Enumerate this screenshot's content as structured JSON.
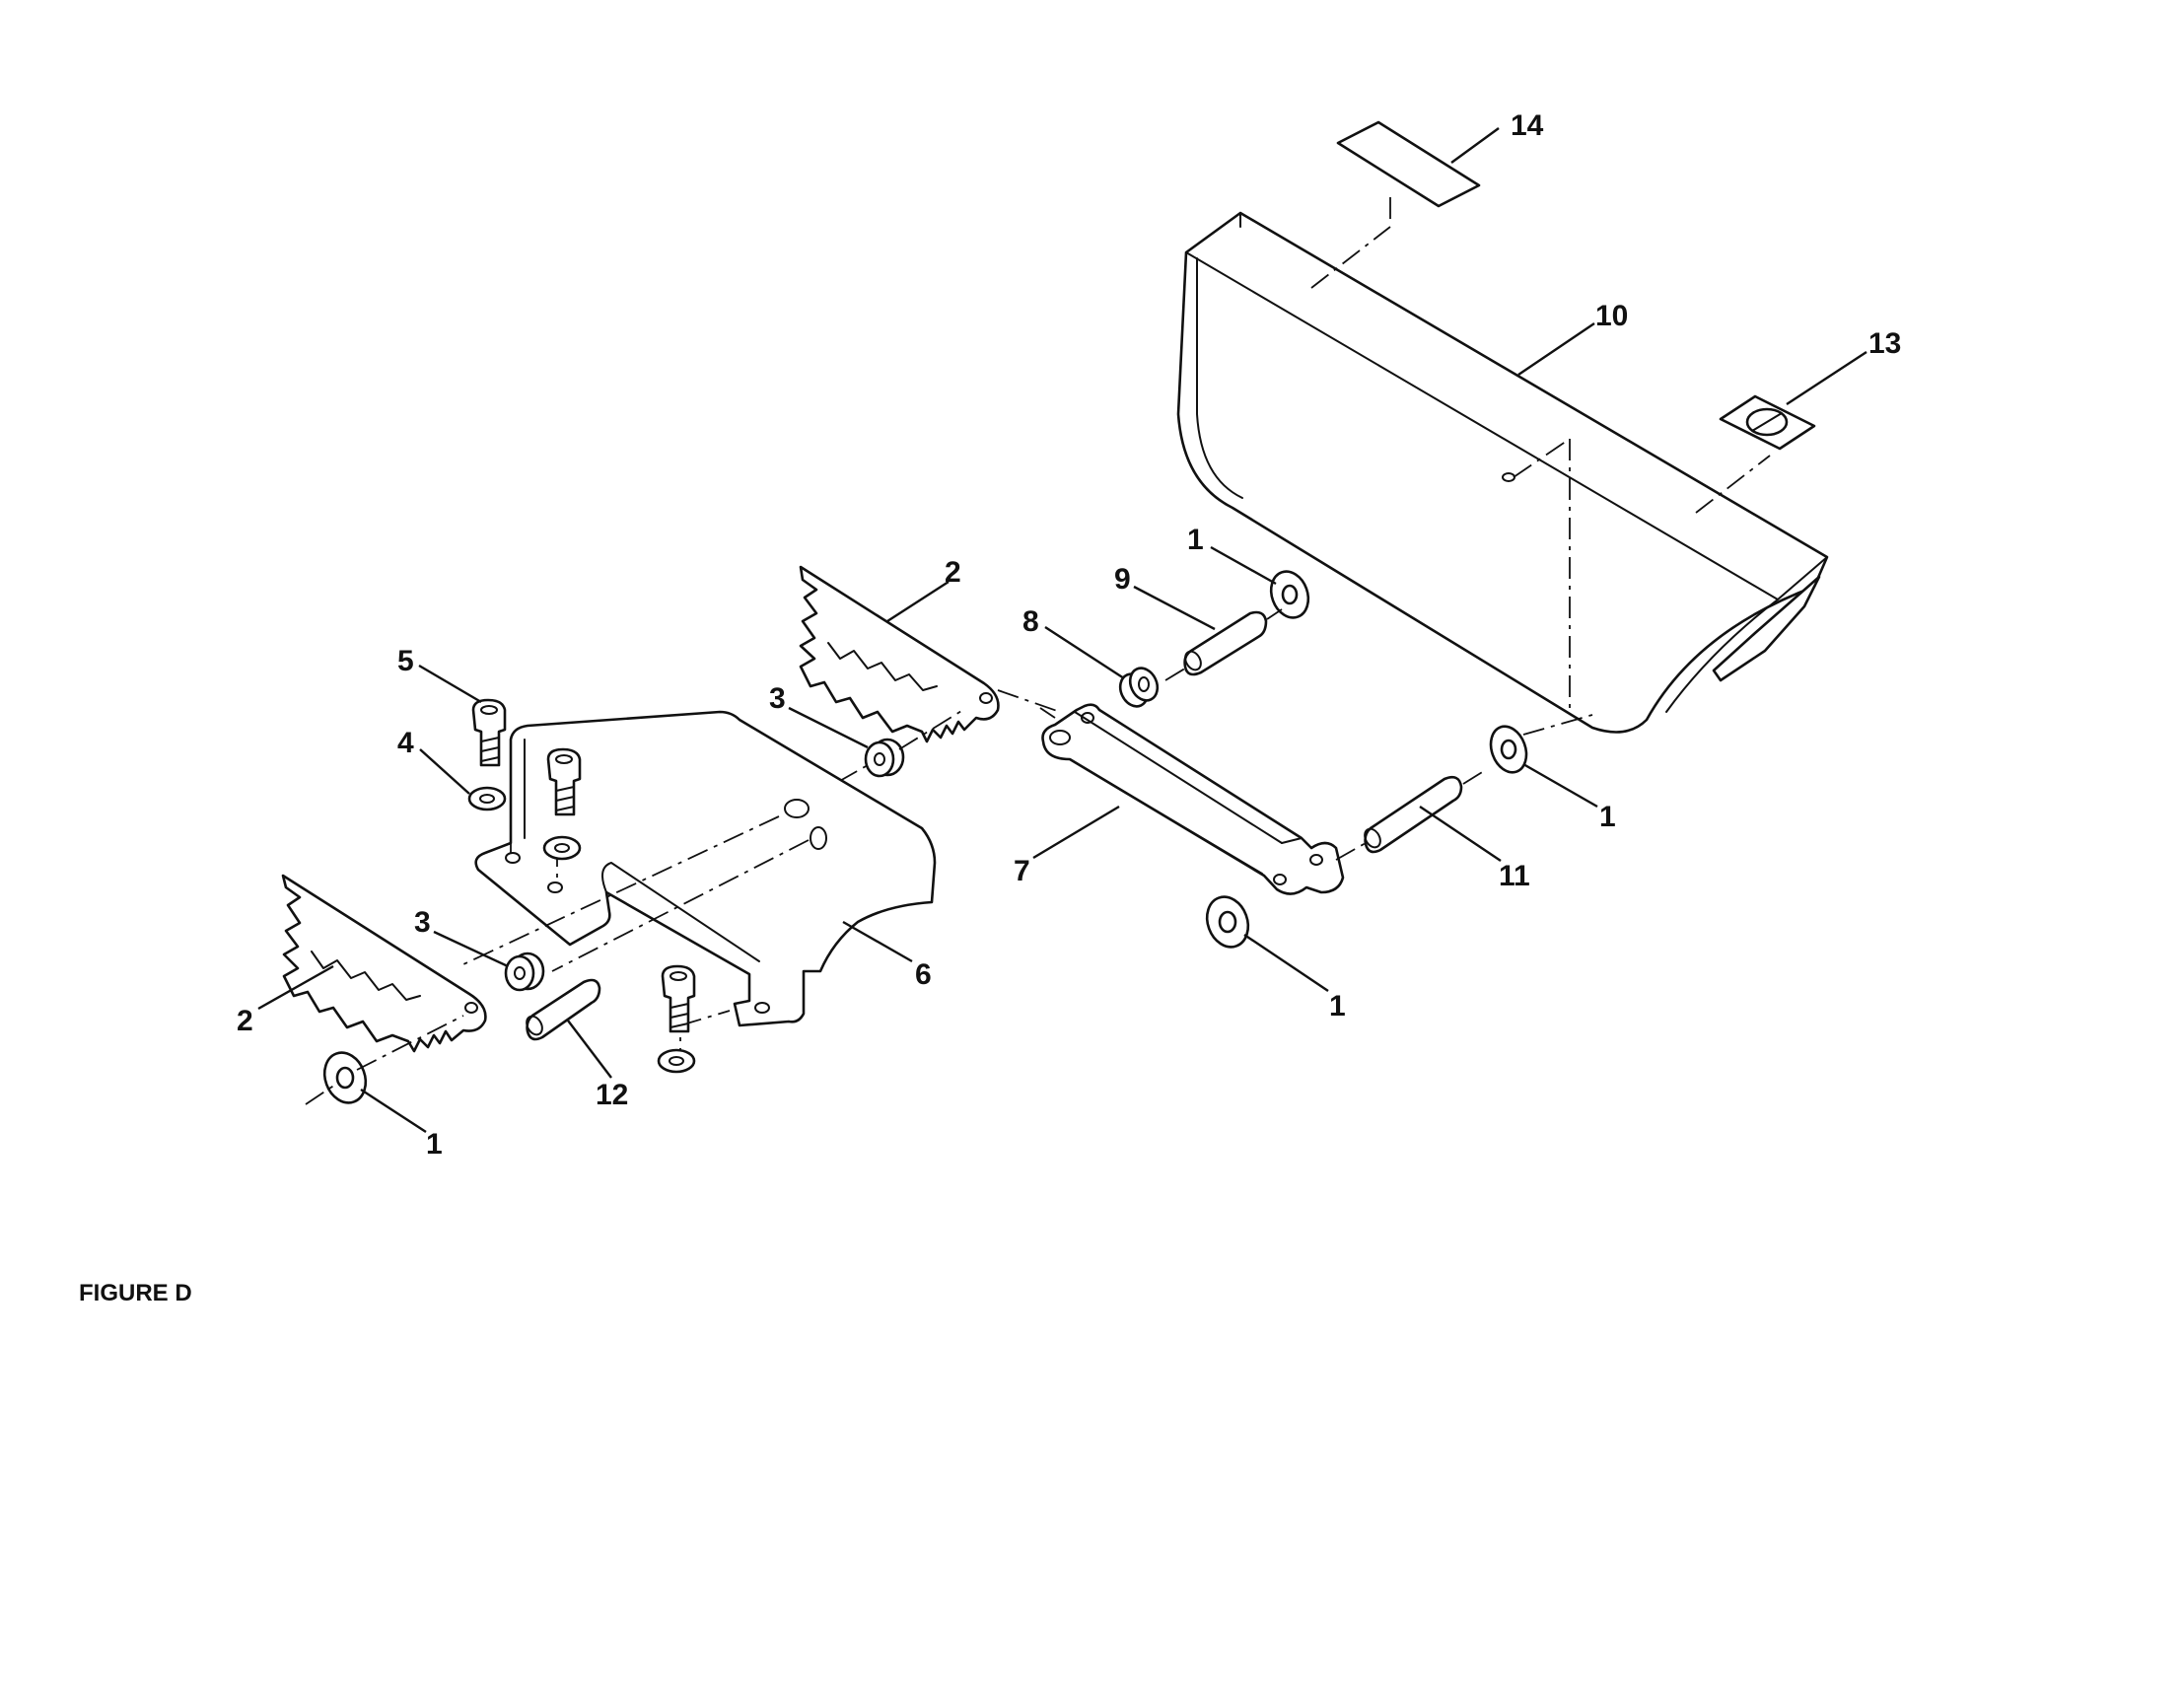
{
  "figure": {
    "caption": "FIGURE D"
  },
  "callouts": [
    {
      "id": "c14",
      "label": "14"
    },
    {
      "id": "c10",
      "label": "10"
    },
    {
      "id": "c13",
      "label": "13"
    },
    {
      "id": "c1a",
      "label": "1"
    },
    {
      "id": "c9",
      "label": "9"
    },
    {
      "id": "c2a",
      "label": "2"
    },
    {
      "id": "c8",
      "label": "8"
    },
    {
      "id": "c5",
      "label": "5"
    },
    {
      "id": "c3a",
      "label": "3"
    },
    {
      "id": "c4",
      "label": "4"
    },
    {
      "id": "c1b",
      "label": "1"
    },
    {
      "id": "c7",
      "label": "7"
    },
    {
      "id": "c11",
      "label": "11"
    },
    {
      "id": "c3b",
      "label": "3"
    },
    {
      "id": "c6",
      "label": "6"
    },
    {
      "id": "c1c",
      "label": "1"
    },
    {
      "id": "c2b",
      "label": "2"
    },
    {
      "id": "c12",
      "label": "12"
    },
    {
      "id": "c1d",
      "label": "1"
    }
  ],
  "colors": {
    "line": "#111111",
    "background": "#ffffff"
  }
}
